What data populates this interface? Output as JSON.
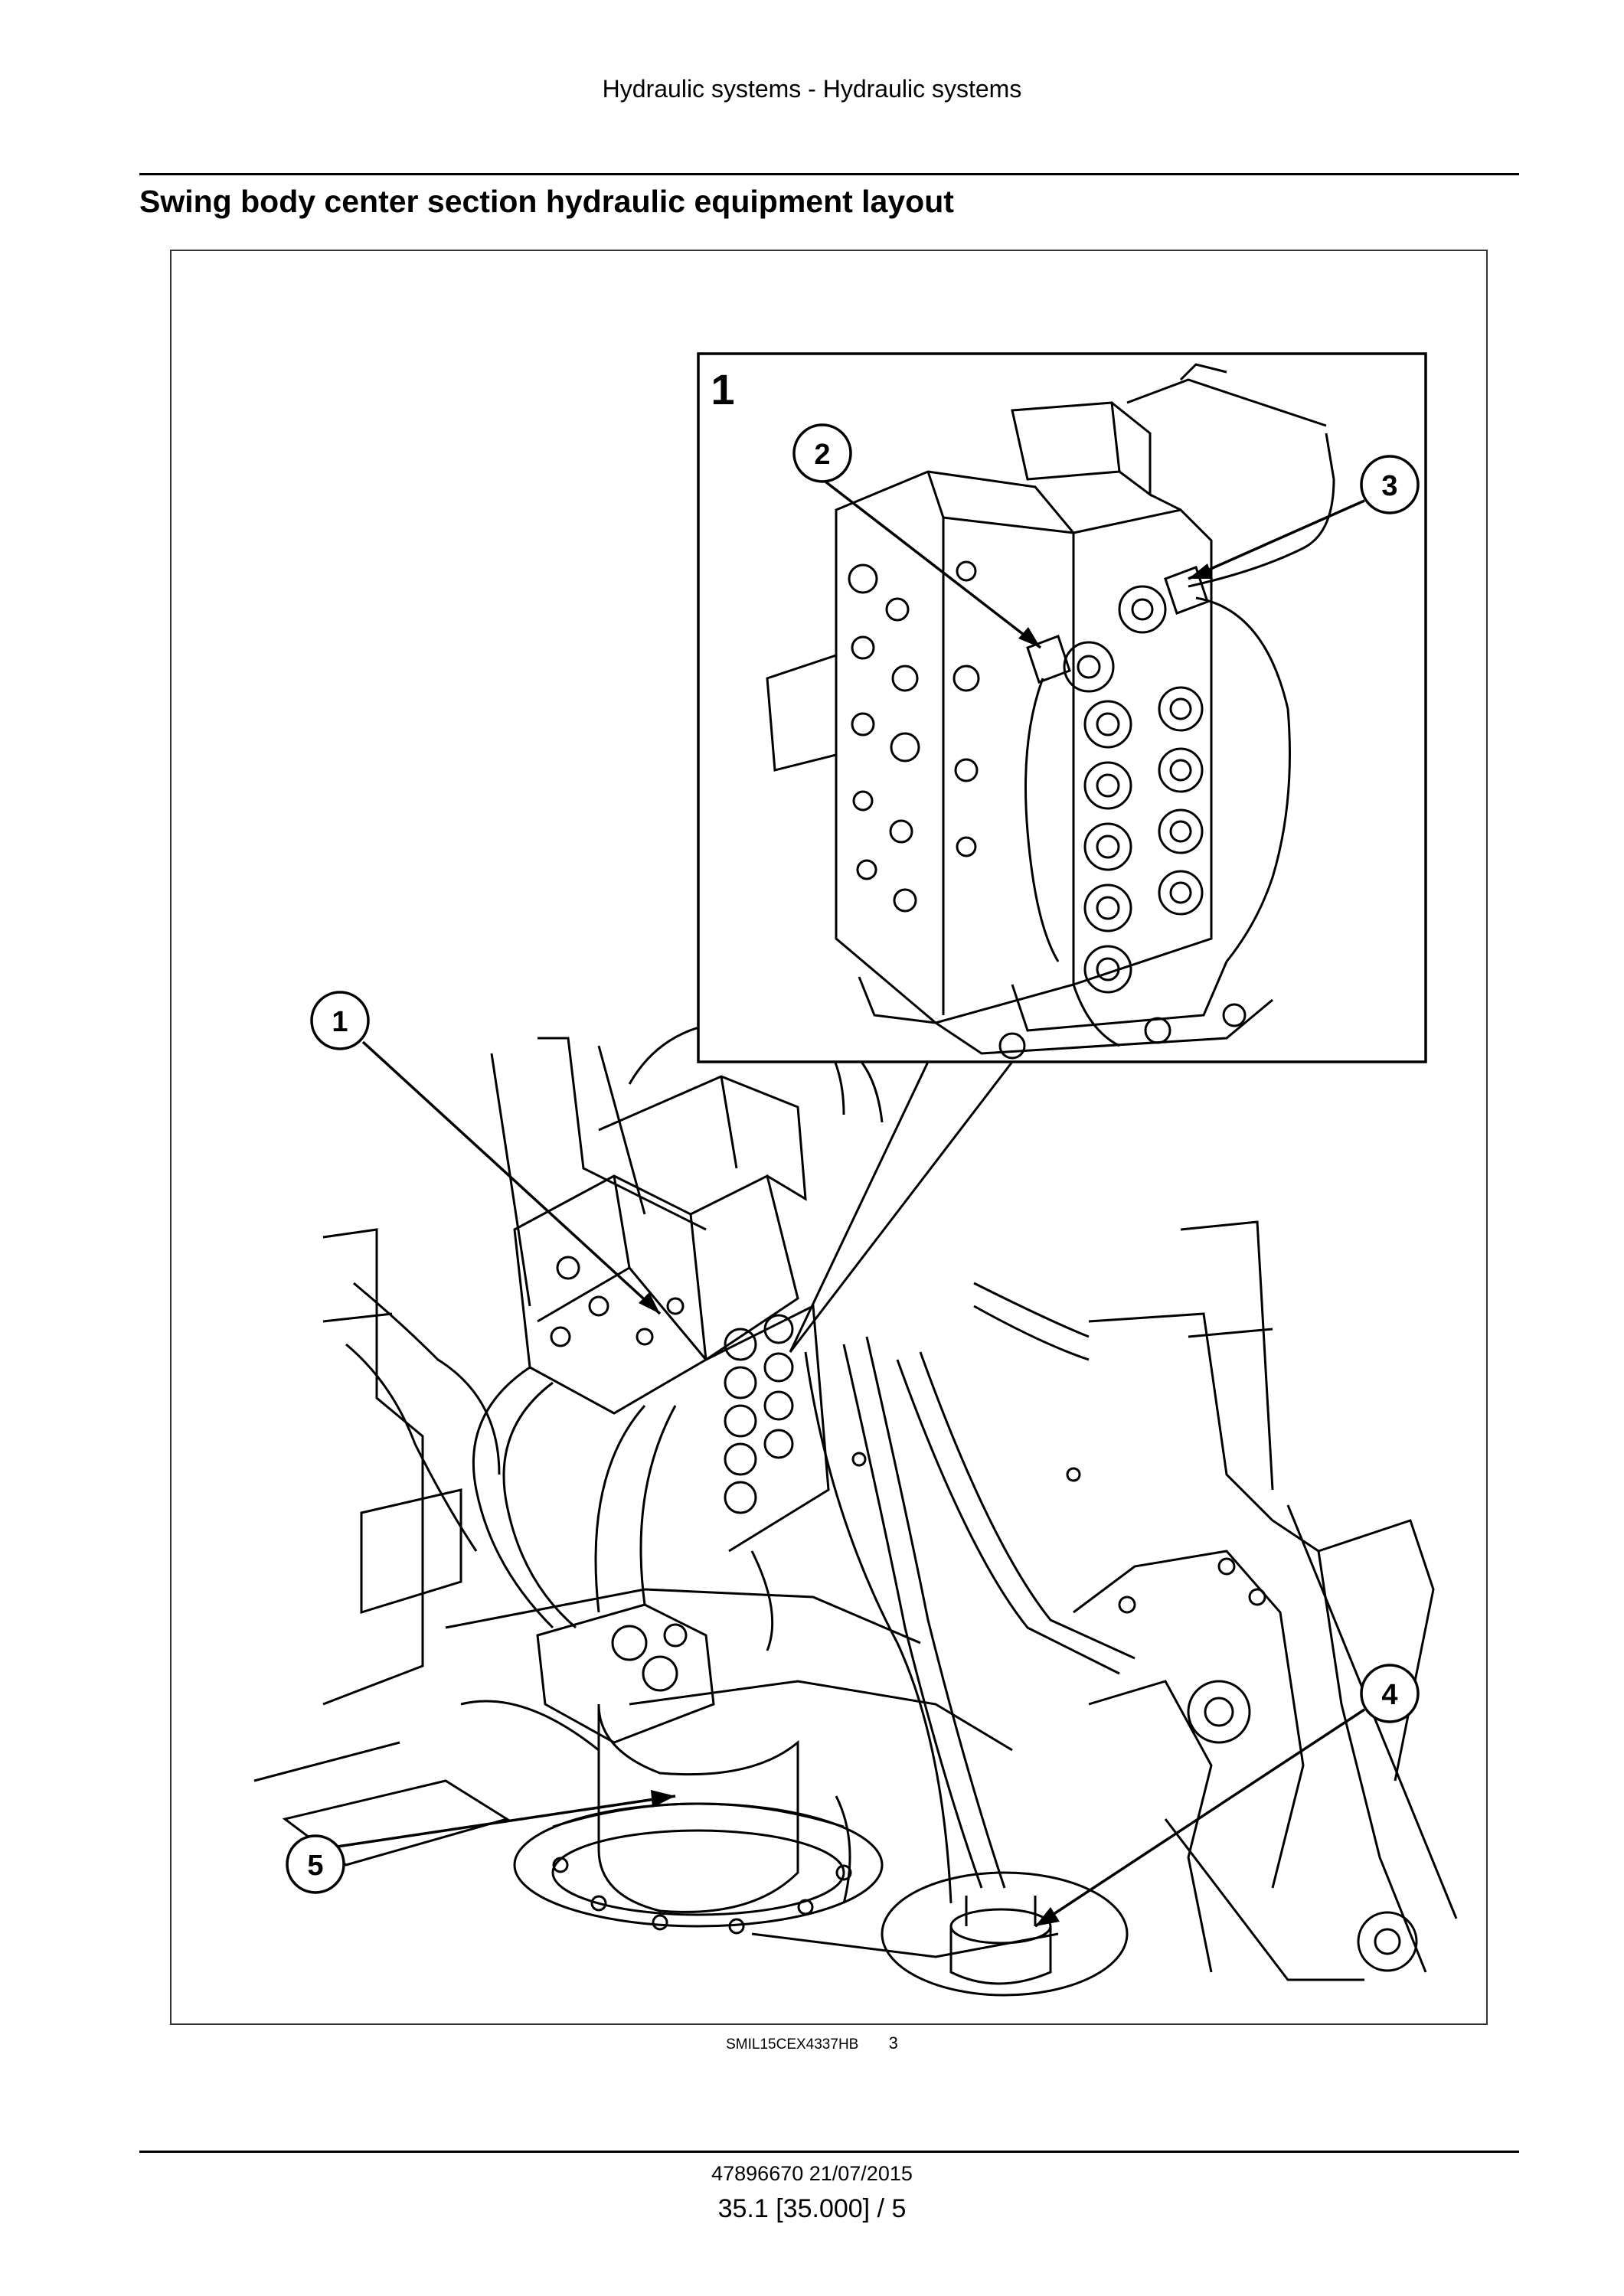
{
  "header": {
    "running_title": "Hydraulic systems - Hydraulic systems"
  },
  "section": {
    "title": "Swing body center section hydraulic equipment layout"
  },
  "figure": {
    "inset_label": "1",
    "callouts": [
      "1",
      "2",
      "3",
      "4",
      "5"
    ],
    "reference_code": "SMIL15CEX4337HB",
    "figure_number": "3"
  },
  "footer": {
    "document_id": "47896670 21/07/2015",
    "page_ref": "35.1 [35.000] / 5"
  }
}
